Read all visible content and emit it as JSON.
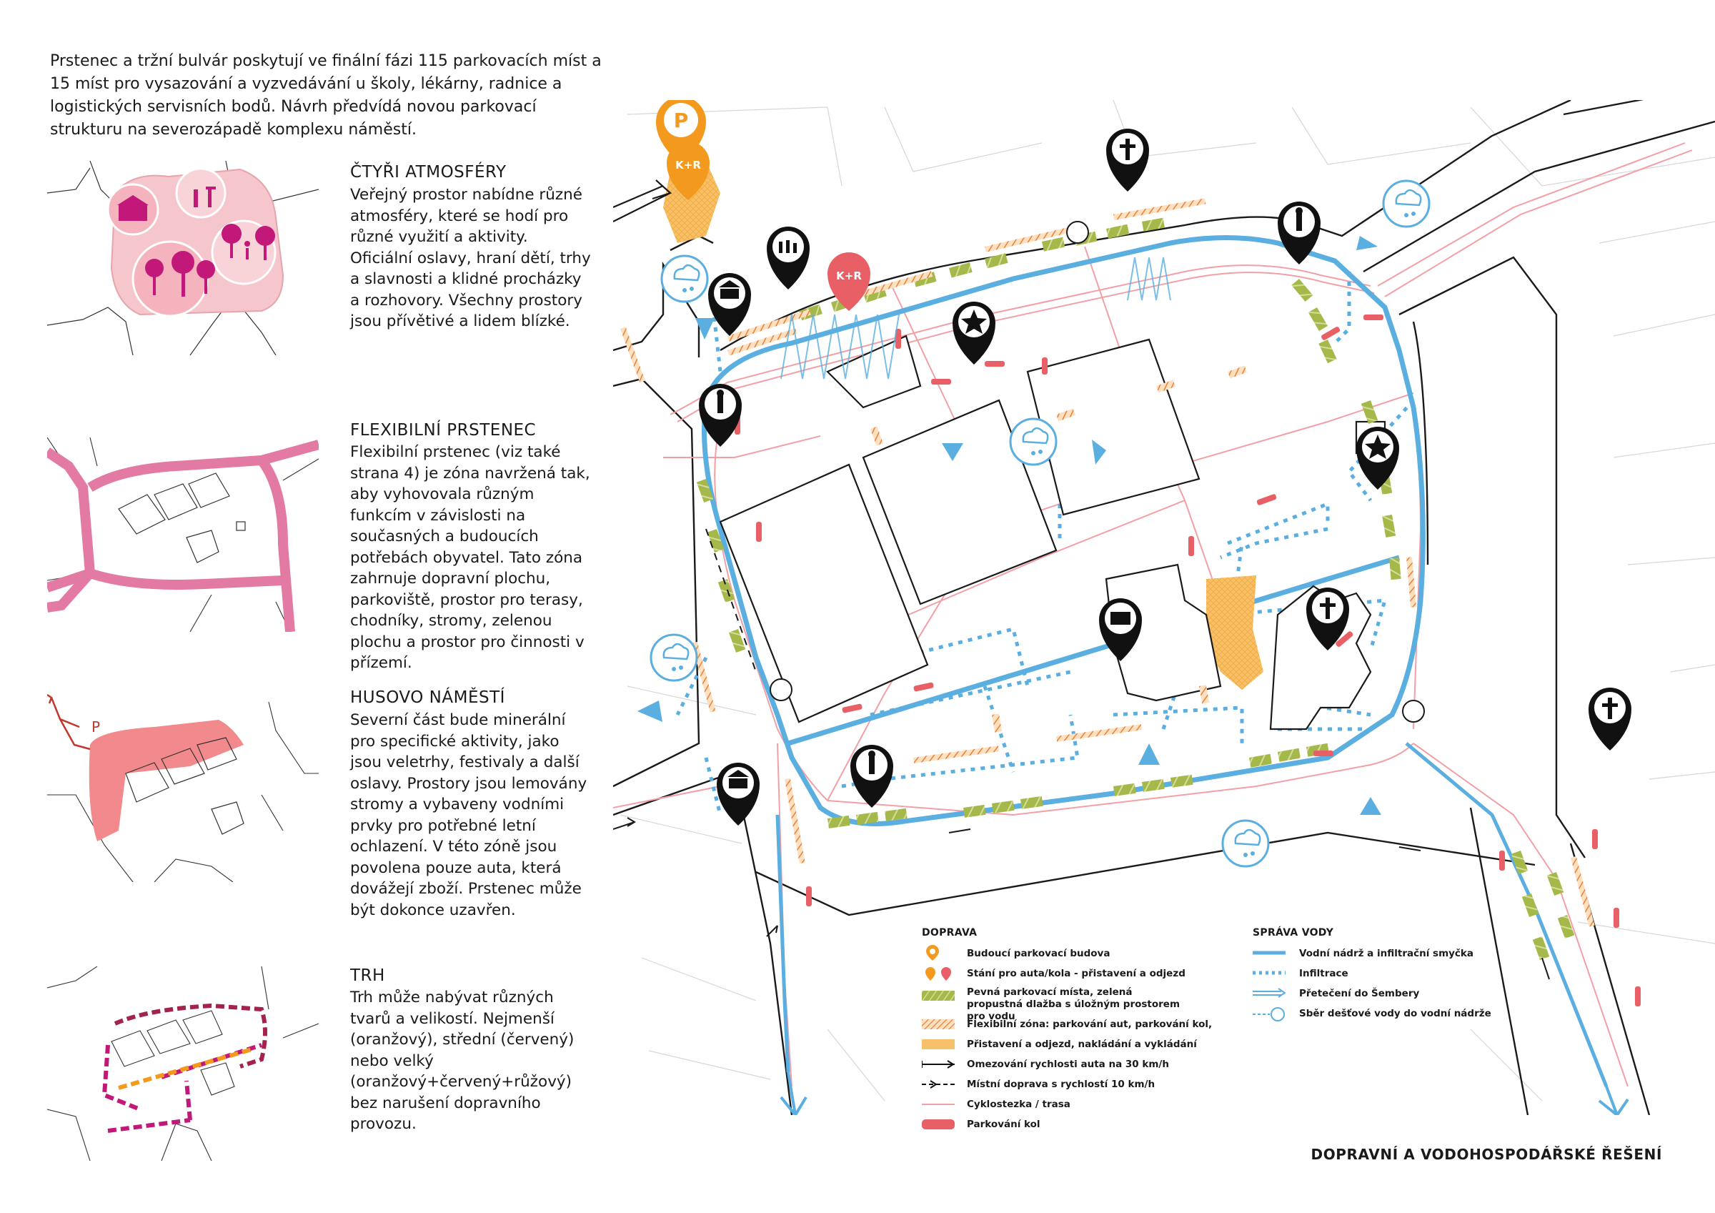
{
  "intro": "Prstenec a tržní bulvár poskytují ve finální fázi 115 parkovacích míst a 15 míst pro vysazování a vyzvedávání u školy, lékárny, radnice a logistických servisních bodů. Návrh předvídá novou parkovací strukturu na severozápadě komplexu náměstí.",
  "sections": [
    {
      "title": "ČTYŘI ATMOSFÉRY",
      "text": "Veřejný prostor nabídne různé atmosféry, které se hodí pro různé využití a aktivity. Oficiální oslavy, hraní dětí, trhy a slavnosti a klidné procházky a rozhovory. Všechny prostory jsou přívětivé a lidem blízké."
    },
    {
      "title": "FLEXIBILNÍ PRSTENEC",
      "text": "Flexibilní prstenec (viz také strana 4) je zóna navržená tak, aby vyhovovala různým funkcím v závislosti na současných a budoucích potřebách obyvatel. Tato zóna zahrnuje dopravní plochu, parkoviště, prostor pro terasy, chodníky, stromy, zelenou plochu a prostor pro činnosti v přízemí."
    },
    {
      "title": "HUSOVO NÁMĚSTÍ",
      "text": "Severní část bude minerální pro specifické aktivity, jako jsou veletrhy, festivaly a další oslavy. Prostory jsou lemovány stromy a vybaveny vodními prvky pro potřebné letní ochlazení. V této zóně jsou povolena pouze auta, která dovážejí zboží. Prstenec může být dokonce uzavřen."
    },
    {
      "title": "TRH",
      "text": "Trh může nabývat různých tvarů a velikostí. Nejmenší (oranžový), střední (červený) nebo velký (oranžový+červený+růžový) bez narušení dopravního provozu."
    }
  ],
  "mini_parking_label": "P",
  "map_labels": {
    "parking": "P",
    "kiss_ride_1": "K+R",
    "kiss_ride_2": "K+R"
  },
  "legend": {
    "transport_title": "DOPRAVA",
    "transport_items": [
      "Budoucí parkovací budova",
      "Stání pro auta/kola - přistavení a odjezd",
      "Pevná parkovací místa, zelená propustná dlažba s úložným prostorem pro vodu",
      "Flexibilní zóna: parkování aut, parkování kol,",
      "Přistavení a odjezd, nakládání a vykládání",
      "Omezování rychlosti auta na 30 km/h",
      "Místní doprava s rychlostí 10 km/h",
      "Cyklostezka / trasa",
      "Parkování kol"
    ],
    "water_title": "SPRÁVA VODY",
    "water_items": [
      "Vodní nádrž a infiltrační smyčka",
      "Infiltrace",
      "Přetečení do Šembery",
      "Sběr dešťové vody do vodní nádrže"
    ]
  },
  "footer": "DOPRAVNÍ A VODOHOSPODÁŘSKÉ ŘEŠENÍ",
  "colors": {
    "orange": "#f39a1e",
    "pink": "#e8508c",
    "water": "#5aaee0",
    "green": "#a5b84a",
    "red": "#e85f66",
    "magenta": "#c2187a"
  }
}
